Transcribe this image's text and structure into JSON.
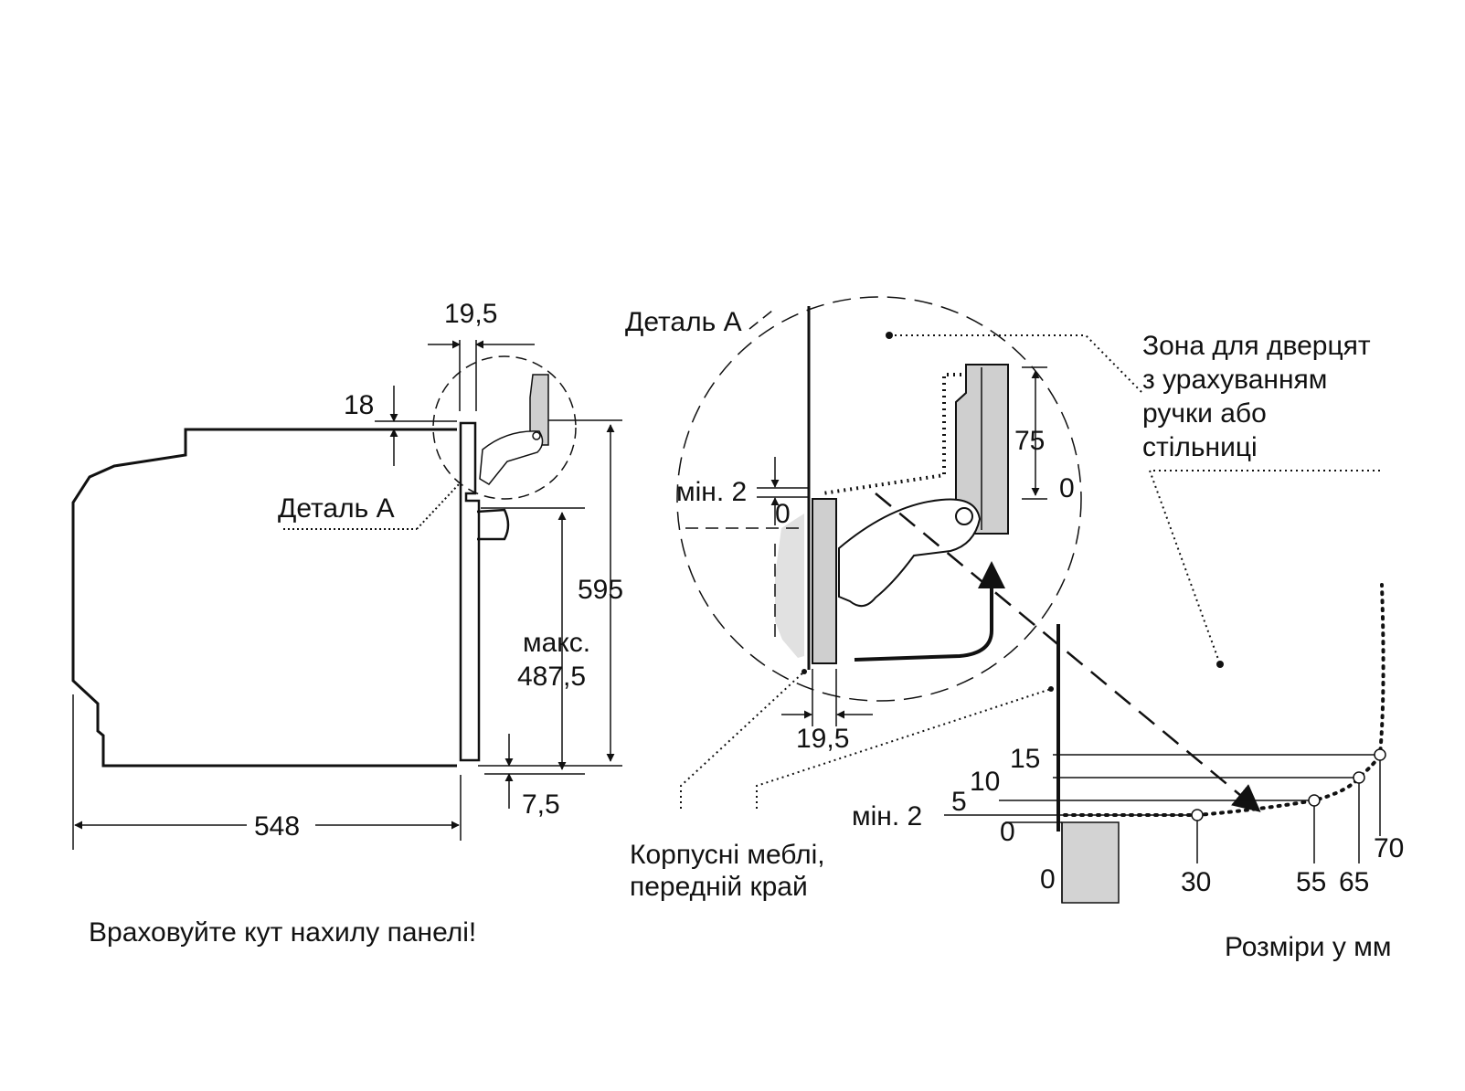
{
  "side_view": {
    "dim_width_top": "19,5",
    "dim_top_gap": "18",
    "detail_label": "Деталь A",
    "dim_height": "595",
    "dim_max_label": "макс.",
    "dim_max_value": "487,5",
    "dim_bottom_gap": "7,5",
    "dim_depth": "548"
  },
  "detail_view": {
    "title": "Деталь A",
    "dim_min_label": "мін. 2",
    "dim_zero": "0",
    "dim_75": "75",
    "dim_zero_right": "0",
    "dim_width_bottom": "19,5",
    "cabinet_label_line1": "Корпусні меблі,",
    "cabinet_label_line2": "передній край"
  },
  "door_zone": {
    "label_line1": "Зона для дверцят",
    "label_line2": "з урахуванням",
    "label_line3": "ручки або",
    "label_line4": "стільниці"
  },
  "clearance_graph": {
    "y_labels": [
      "15",
      "10",
      "5",
      "мін. 2",
      "0"
    ],
    "x_labels": [
      "0",
      "30",
      "55",
      "65",
      "70"
    ]
  },
  "footer": {
    "note": "Враховуйте кут нахилу панелі!",
    "units": "Розміри у мм"
  }
}
